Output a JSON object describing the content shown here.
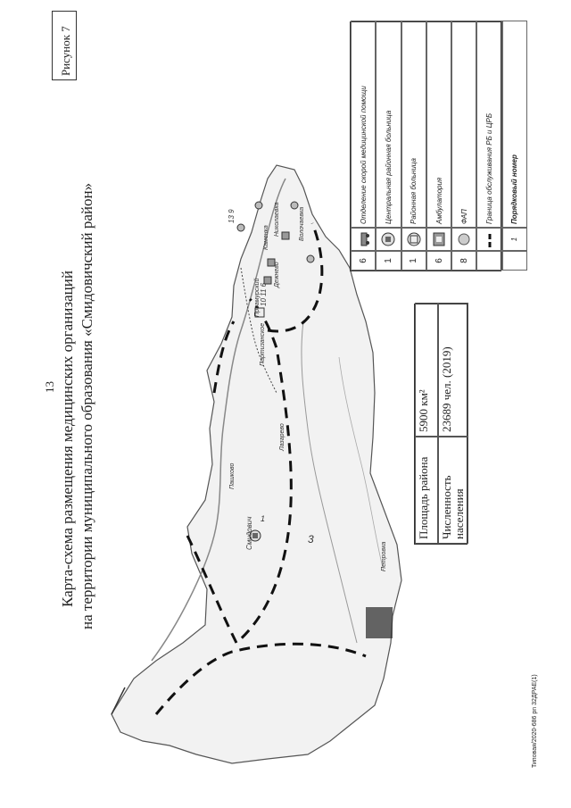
{
  "page_number": "13",
  "figure_label": "Рисунок 7",
  "title": {
    "line1": "Карта-схема размещения медицинских организаций",
    "line2": "на территории муниципального образования «Смидовичский район»"
  },
  "stats": {
    "area_label": "Площадь района",
    "area_value": "5900 км²",
    "population_label": "Численность населения",
    "population_value": "23689 чел. (2019)"
  },
  "legend": [
    {
      "count": "6",
      "icon": "ambulance-icon",
      "label": "Отделение скорой медицинской помощи"
    },
    {
      "count": "1",
      "icon": "central-hospital-icon",
      "label": "Центральная районная больница"
    },
    {
      "count": "1",
      "icon": "district-hospital-icon",
      "label": "Районная больница"
    },
    {
      "count": "6",
      "icon": "outpatient-clinic-icon",
      "label": "Амбулатория"
    },
    {
      "count": "8",
      "icon": "feldsher-station-icon",
      "label": "ФАП"
    },
    {
      "count": "",
      "icon": "dashed-boundary-icon",
      "label": "Граница обслуживания РБ и ЦРБ"
    },
    {
      "count": "",
      "icon": "sequence-number-icon",
      "number": "1",
      "label": "Порядковый номер"
    }
  ],
  "map_labels": {
    "number_1": "1",
    "number_3": "3",
    "numbers_cluster": "10 11 6",
    "numbers_top": "13 9",
    "smidovich": "Смидович",
    "pashkovo": "Пашково",
    "volochaevka": "Волочаевка",
    "nikolaevka": "Николаевка",
    "priamurskiy": "Приамурский",
    "dezhnevo": "Дежнево",
    "kamenka": "Каменка",
    "partizanskoe": "Партизанское",
    "lazarevo": "Лазарево",
    "petropavlovka": "Петровка"
  },
  "footer_code": "Типовая/2020-686 pn 32ДРАЕ(1)"
}
